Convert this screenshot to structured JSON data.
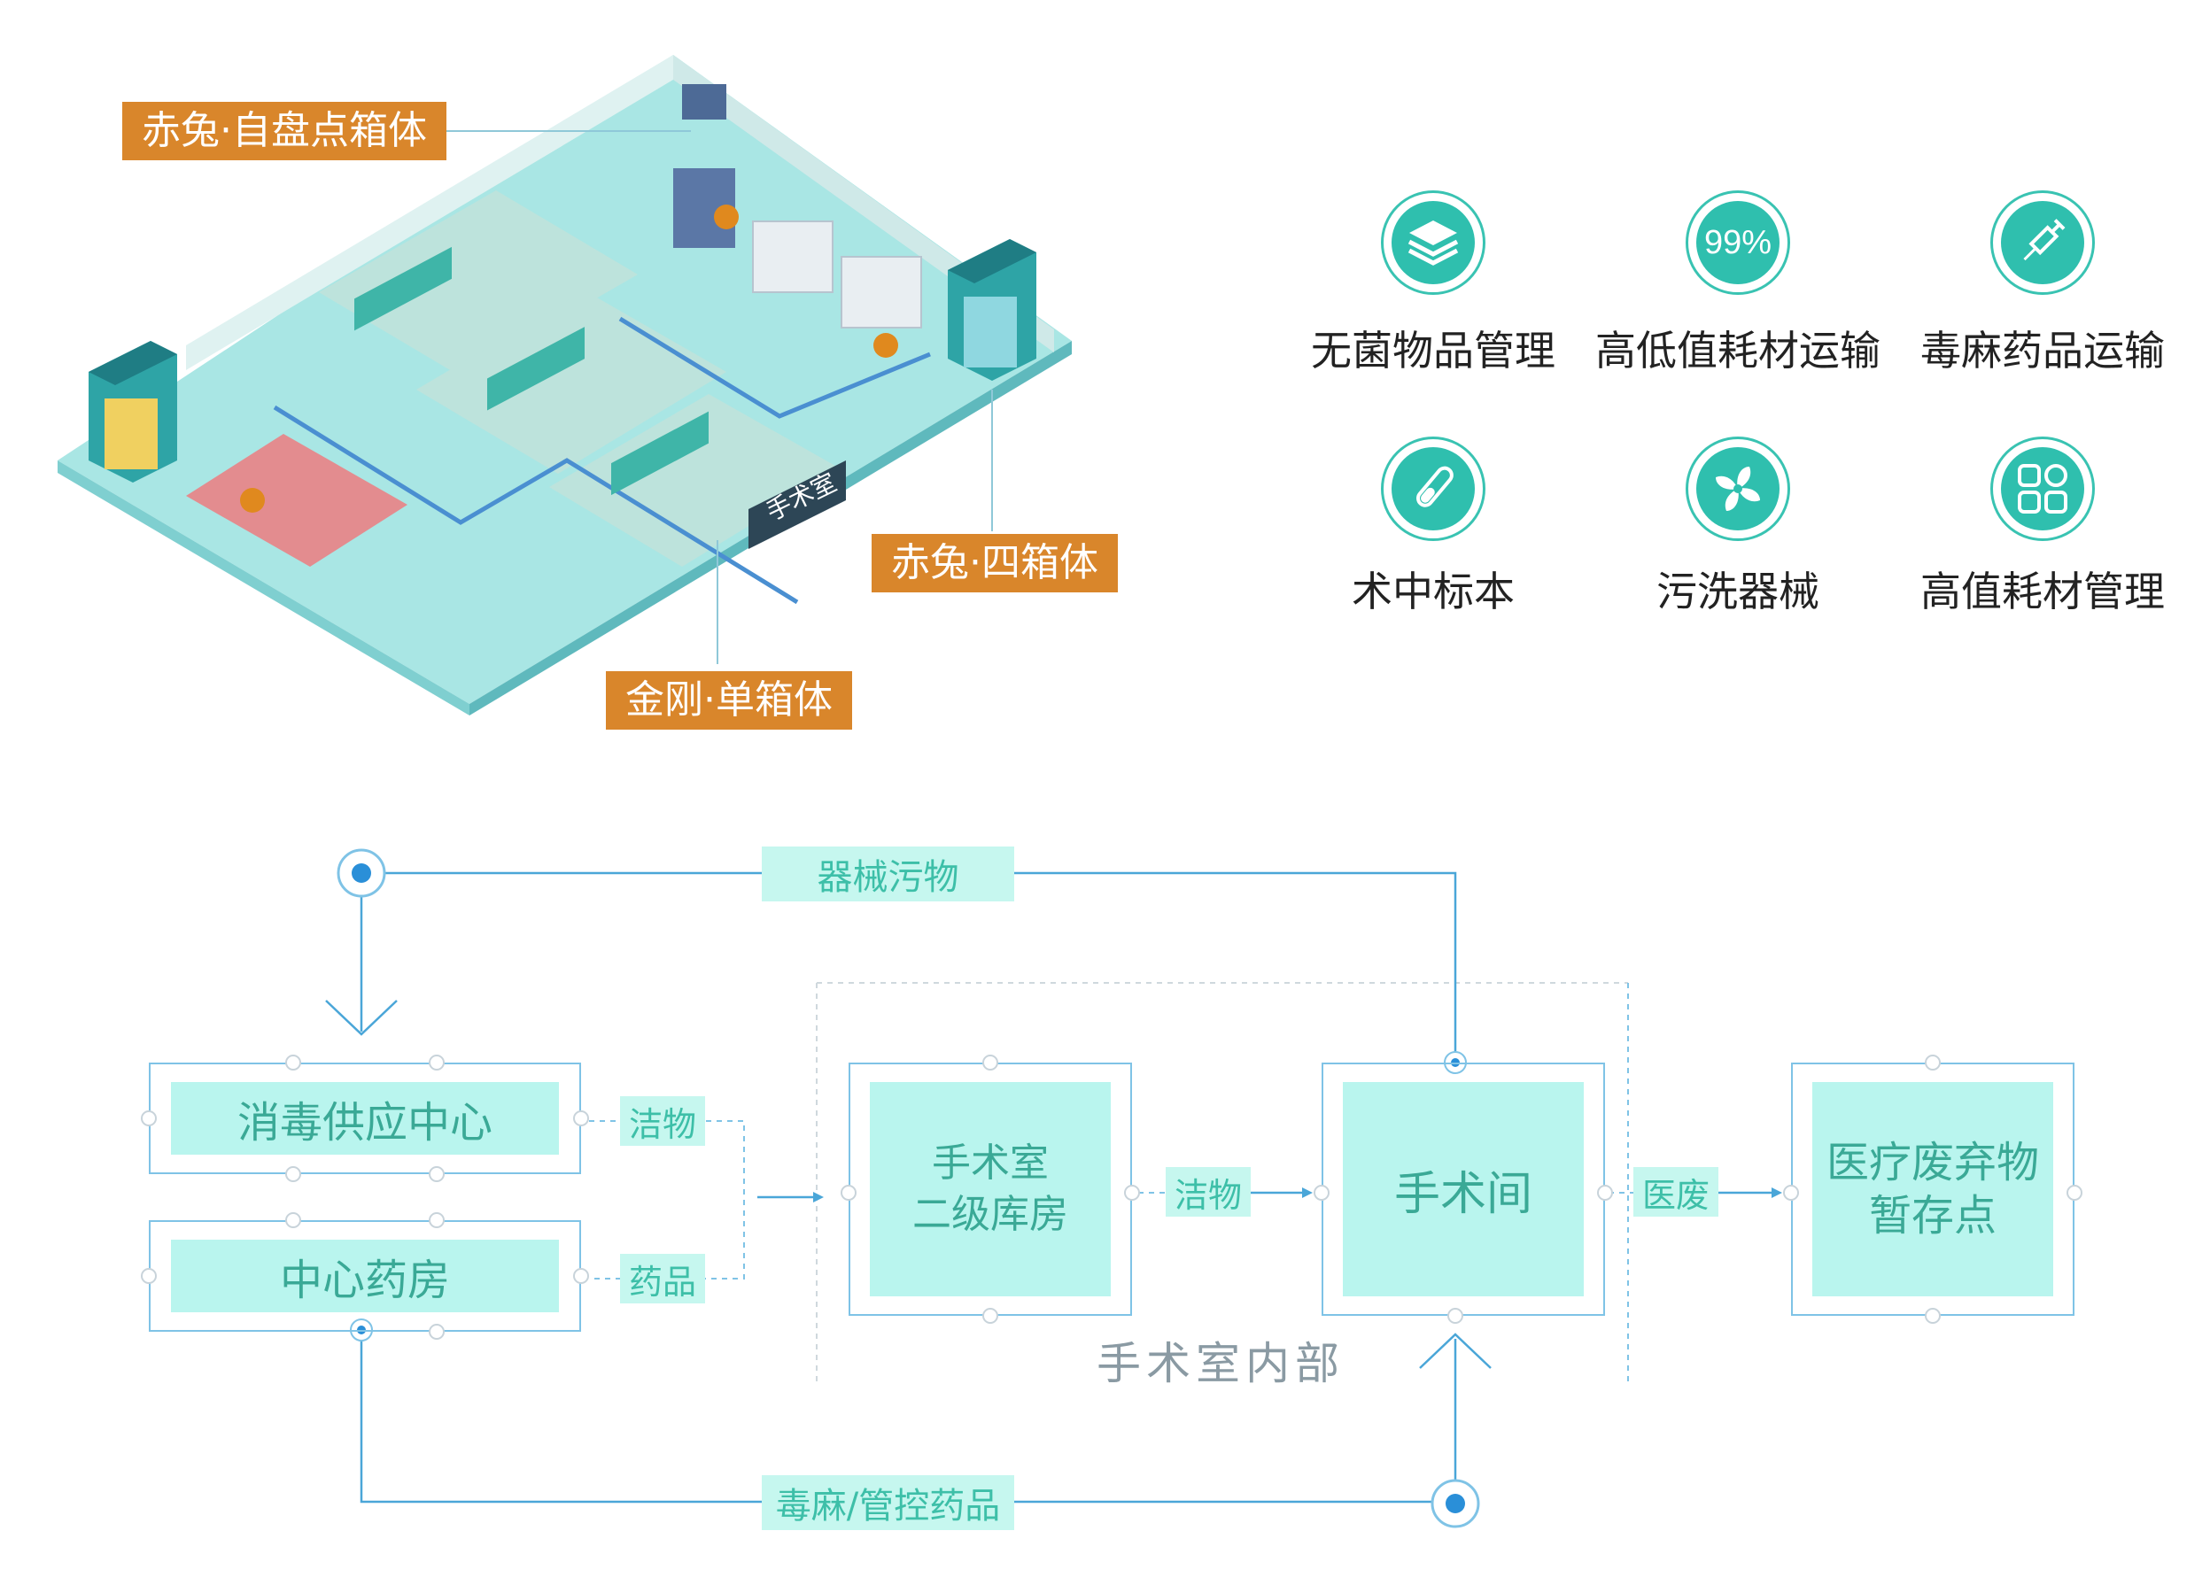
{
  "callouts": {
    "self_inventory": "赤兔·自盘点箱体",
    "four_box": "赤兔·四箱体",
    "single_box": "金刚·单箱体"
  },
  "map_labels": {
    "operating_room": "手术室"
  },
  "features": [
    {
      "label": "无菌物品管理",
      "icon": "layers-icon"
    },
    {
      "label": "高低值耗材运输",
      "icon": "percent-99-icon",
      "icon_text": "99%"
    },
    {
      "label": "毒麻药品运输",
      "icon": "syringe-icon"
    },
    {
      "label": "术中标本",
      "icon": "test-tube-icon"
    },
    {
      "label": "污洗器械",
      "icon": "fan-icon"
    },
    {
      "label": "高值耗材管理",
      "icon": "grid-icon"
    }
  ],
  "flow": {
    "nodes": {
      "sterile_supply": "消毒供应中心",
      "central_pharmacy": "中心药房",
      "secondary_storage": "手术室\n二级库房",
      "operating_room": "手术间",
      "medical_waste": "医疗废弃物\n暂存点"
    },
    "edges": {
      "dirty_instruments": "器械污物",
      "clean_items_1": "洁物",
      "drugs": "药品",
      "clean_items_2": "洁物",
      "medical_waste": "医废",
      "controlled_drugs": "毒麻/管控药品"
    },
    "region": "手术室内部"
  },
  "colors": {
    "callout": "#d9862b",
    "teal": "#2fbfae",
    "flow_line": "#4aa6d8",
    "node_fill": "#b9f5ee",
    "node_text": "#3aa996"
  }
}
